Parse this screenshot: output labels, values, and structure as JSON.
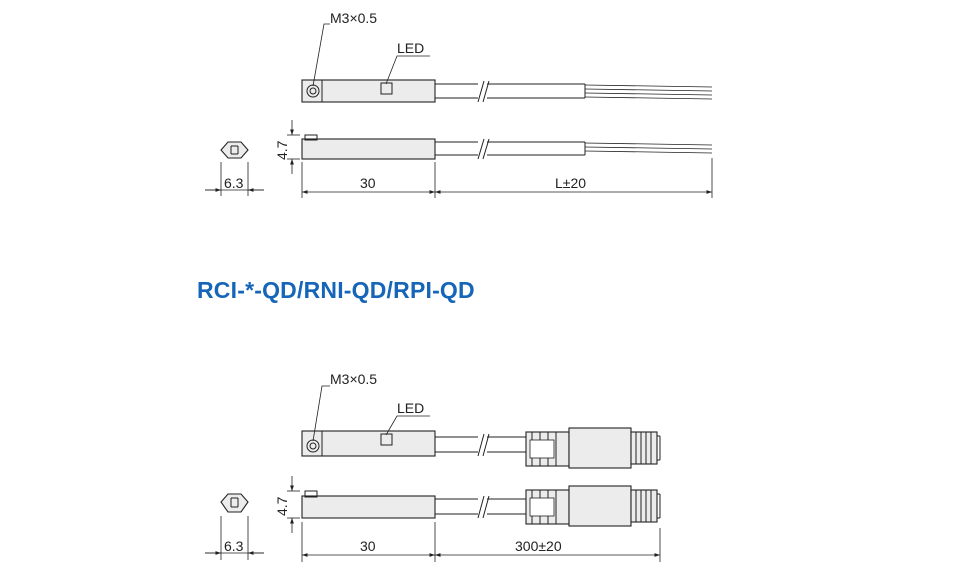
{
  "title": "RCI-*-QD/RNI-QD/RPI-QD",
  "colors": {
    "title": "#1565b8",
    "line": "#222222",
    "body_fill": "#ececec"
  },
  "top_drawing": {
    "thread_label": "M3×0.5",
    "led_label": "LED",
    "height_dim": "4.7",
    "width_dim": "6.3",
    "body_length_dim": "30",
    "cable_length_dim": "L±20"
  },
  "bottom_drawing": {
    "thread_label": "M3×0.5",
    "led_label": "LED",
    "height_dim": "4.7",
    "width_dim": "6.3",
    "body_length_dim": "30",
    "cable_length_dim": "300±20"
  }
}
